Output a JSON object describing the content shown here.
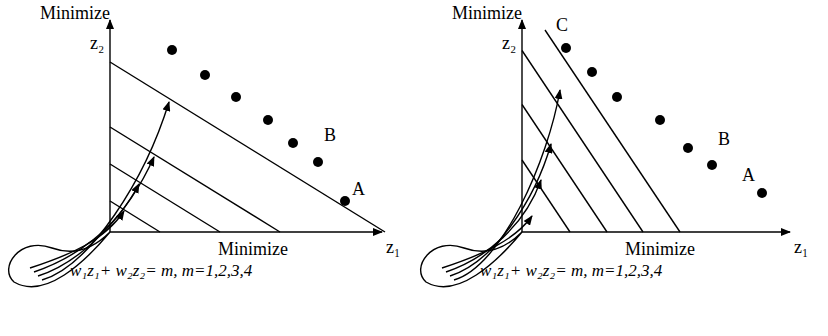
{
  "diagram": {
    "labels": [
      "Minimize",
      "z₂",
      "B",
      "A",
      "Minimize",
      "z₁",
      "w₁z₁+ w₂z₂= m, m=1,2,3,4",
      "Minimize",
      "z₂",
      "C",
      "B",
      "A",
      "Minimize",
      "z₁",
      "w₁z₁+ w₂z₂= m, m=1,2,3,4"
    ]
  }
}
